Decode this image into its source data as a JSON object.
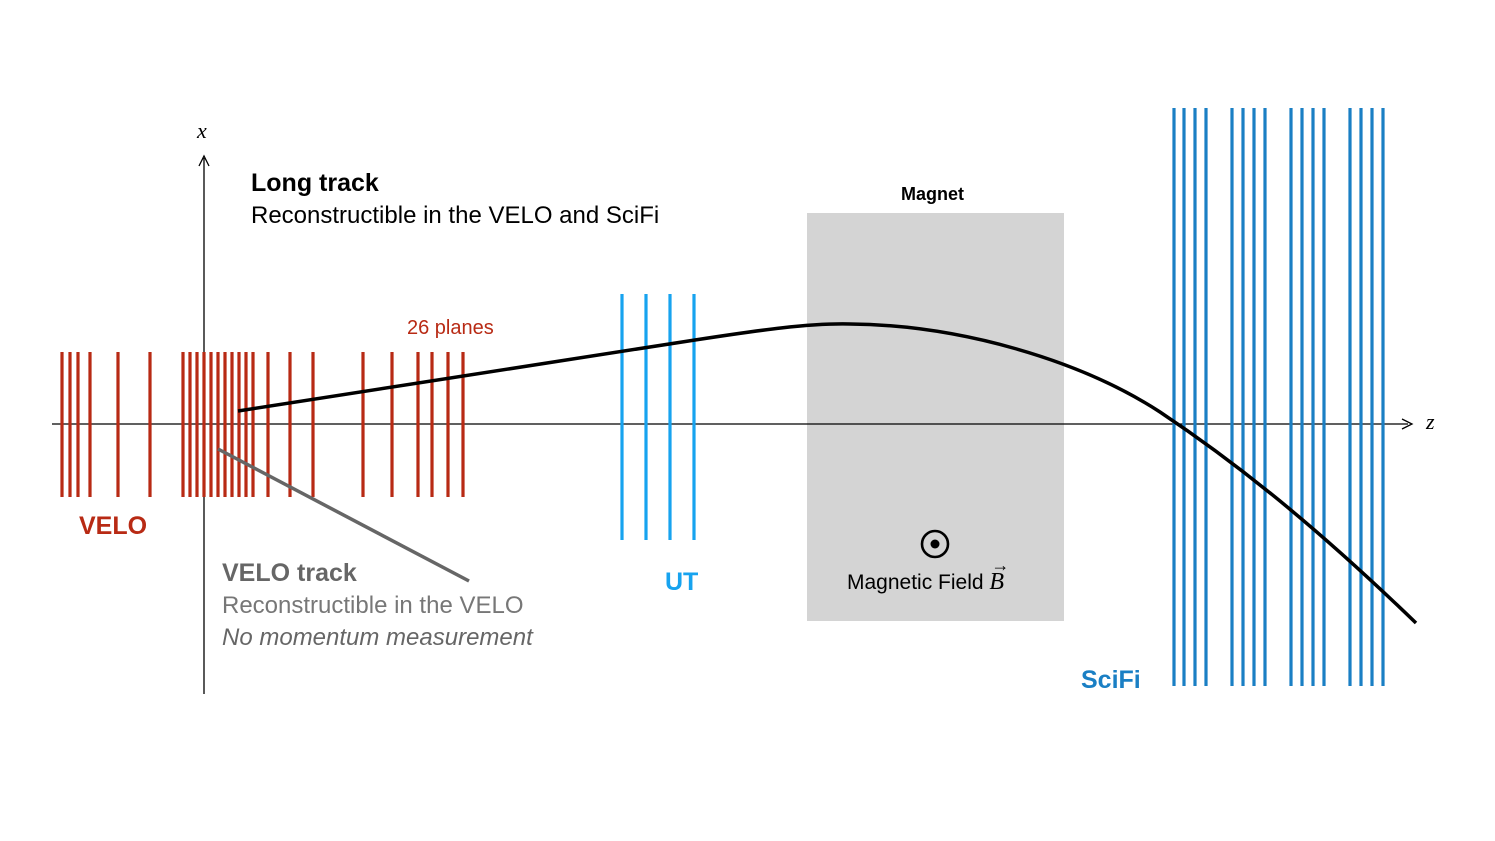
{
  "axes": {
    "x_label": "x",
    "z_label": "z"
  },
  "long_track": {
    "title": "Long track",
    "subtitle": "Reconstructible in the VELO and SciFi"
  },
  "velo_track": {
    "title": "VELO track",
    "subtitle": "Reconstructible in the VELO",
    "note": "No momentum measurement"
  },
  "detectors": {
    "velo": {
      "label": "VELO",
      "color": "#b82a14",
      "planes_note": "26 planes"
    },
    "ut": {
      "label": "UT",
      "color": "#17a3ef"
    },
    "scifi": {
      "label": "SciFi",
      "color": "#1a7fc4"
    },
    "magnet": {
      "label": "Magnet",
      "color": "#d4d4d4"
    }
  },
  "magnetic_field": {
    "label": "Magnetic Field",
    "symbol": "B",
    "vector_arrow": "→",
    "icon": "out-of-page-field-icon"
  }
}
